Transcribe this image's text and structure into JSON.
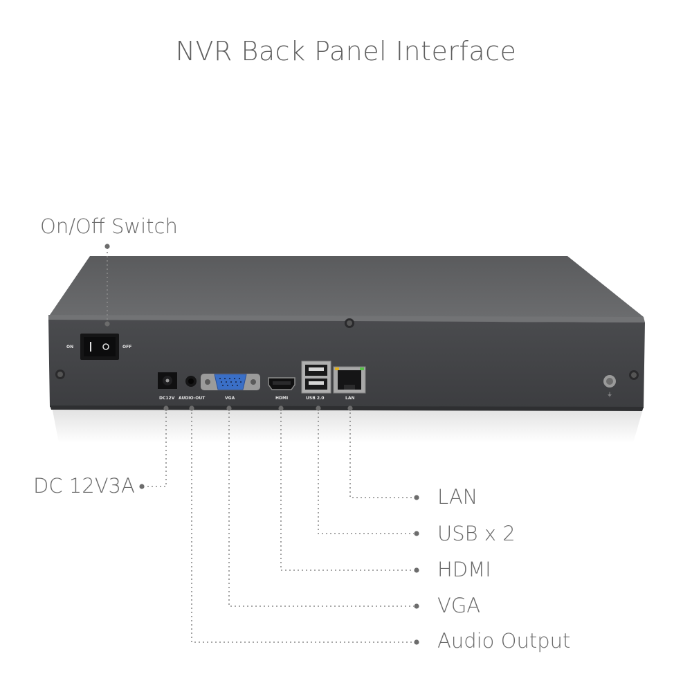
{
  "title": "NVR Back Panel Interface",
  "callouts": {
    "switch": "On/Off Switch",
    "dc": "DC 12V3A",
    "lan": "LAN",
    "usb": "USB x 2",
    "hdmi": "HDMI",
    "vga": "VGA",
    "audio": "Audio Output"
  },
  "panel_labels": {
    "switch_on": "ON",
    "switch_off": "OFF",
    "dc": "DC12V",
    "audio": "AUDIO-OUT",
    "vga": "VGA",
    "hdmi": "HDMI",
    "usb": "USB 2.0",
    "lan": "LAN"
  },
  "colors": {
    "text": "#6a6a6a",
    "device_body": "#4a4b4e",
    "vga_connector": "#3a6fc7"
  }
}
